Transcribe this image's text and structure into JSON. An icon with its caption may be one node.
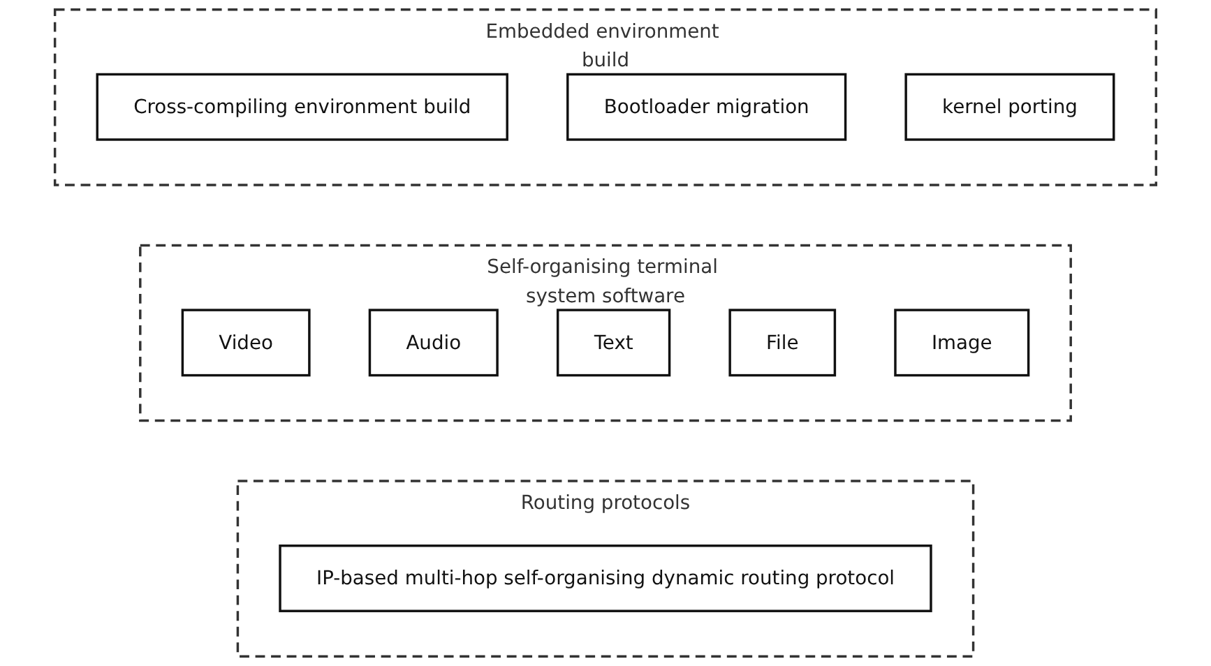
{
  "diagram": {
    "nodes": [
      {
        "text": [
          "Embedded environment build"
        ]
      },
      {
        "text": [
          "Cross-compiling environment build"
        ],
        "in": 0
      },
      {
        "text": [
          "Bootloader migration"
        ],
        "in": 0
      },
      {
        "text": [
          "kernel porting"
        ],
        "in": 0
      },
      {
        "text": [
          "Self-organising terminal system software"
        ]
      },
      {
        "text": [
          "Video"
        ],
        "in": 4
      },
      {
        "text": [
          "Audio"
        ],
        "in": 4
      },
      {
        "text": [
          "Text"
        ],
        "in": 4
      },
      {
        "text": [
          "File"
        ],
        "in": 4
      },
      {
        "text": [
          "Image"
        ],
        "in": 4
      },
      {
        "text": [
          "Routing protocols"
        ]
      },
      {
        "text": [
          "IP-based multi-hop self-organising dynamic routing protocol"
        ],
        "in": 10
      }
    ]
  }
}
